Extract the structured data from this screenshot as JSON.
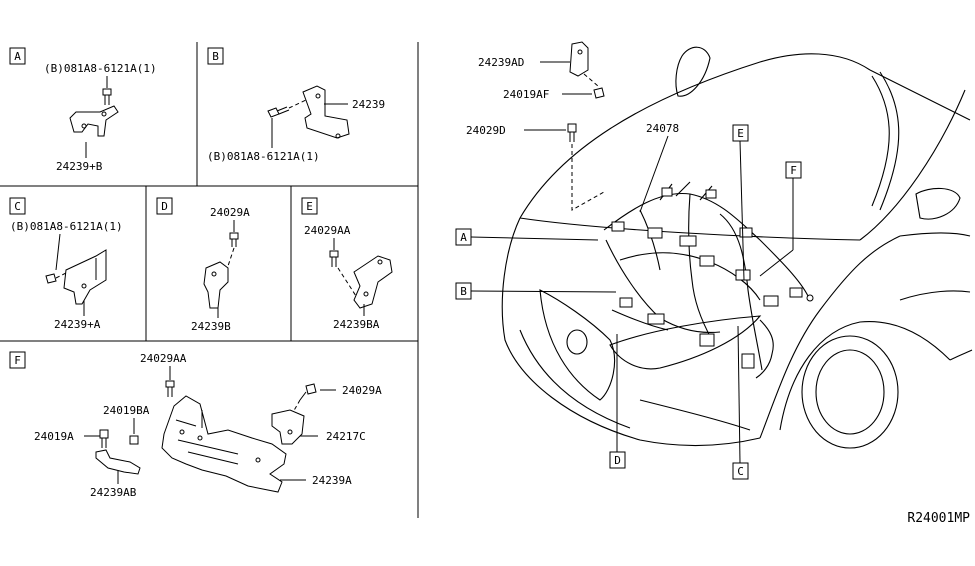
{
  "diagram_code": "R24001MP",
  "panels": {
    "A": {
      "letter": "A",
      "parts": [
        "(B)081A8-6121A(1)",
        "24239+B"
      ]
    },
    "B": {
      "letter": "B",
      "parts": [
        "24239",
        "(B)081A8-6121A(1)"
      ]
    },
    "C": {
      "letter": "C",
      "parts": [
        "(B)081A8-6121A(1)",
        "24239+A"
      ]
    },
    "D": {
      "letter": "D",
      "parts": [
        "24029A",
        "24239B"
      ]
    },
    "E": {
      "letter": "E",
      "parts": [
        "24029AA",
        "24239BA"
      ]
    },
    "F": {
      "letter": "F",
      "parts": [
        "24029AA",
        "24019BA",
        "24019A",
        "24239AB",
        "24029A",
        "24217C",
        "24239A"
      ]
    }
  },
  "main": {
    "parts": [
      "24239AD",
      "24019AF",
      "24029D",
      "24078"
    ],
    "callouts": [
      "A",
      "B",
      "D",
      "E",
      "F",
      "C"
    ]
  }
}
